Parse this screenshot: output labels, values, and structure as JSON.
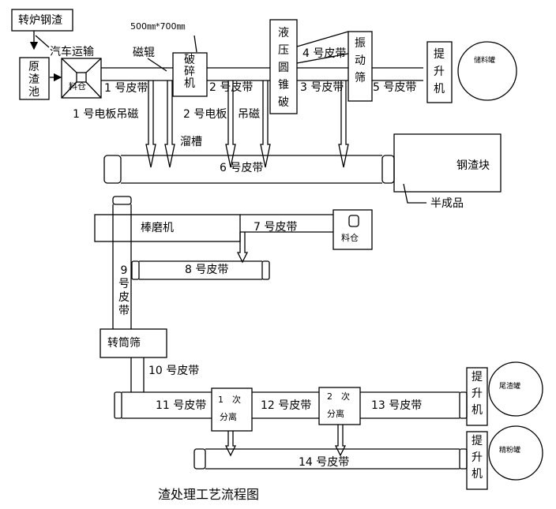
{
  "title": "渣处理工艺流程图",
  "nodes": {
    "source": "转炉钢渣",
    "transport": "汽车运输",
    "raw_pool": "原渣池",
    "hopper1": "料仓",
    "dimension": "500㎜*700㎜",
    "magnetic_roller": "磁辊",
    "crusher": "破碎机",
    "cone_crusher": "液压圆锥破",
    "vibrating_screen": "振动筛",
    "elevator1": "提升机",
    "storage_tank": "储料罐",
    "plate_magnet1": "1 号电板吊磁",
    "plate_magnet2": "2 号电板",
    "magnet_suffix": "吊磁",
    "chute": "溜槽",
    "steel_block": "钢渣块",
    "semi_product": "半成品",
    "rod_mill": "棒磨机",
    "hopper2": "料仓",
    "drum_screen": "转筒筛",
    "separator1_a": "1　次",
    "separator1_b": "分离",
    "separator2_a": "2　次",
    "separator2_b": "分离",
    "elevator2": "提升机",
    "tailings_tank": "尾渣罐",
    "elevator3": "提升机",
    "concentrate_tank": "精粉罐"
  },
  "belts": {
    "b1": "1 号皮带",
    "b2": "2 号皮带",
    "b3": "3 号皮带",
    "b4": "4 号皮带",
    "b5": "5 号皮带",
    "b6": "6 号皮带",
    "b7": "7 号皮带",
    "b8": "8 号皮带",
    "b9": "9号皮带",
    "b10": "10 号皮带",
    "b11": "11 号皮带",
    "b12": "12 号皮带",
    "b13": "13 号皮带",
    "b14": "14 号皮带"
  }
}
